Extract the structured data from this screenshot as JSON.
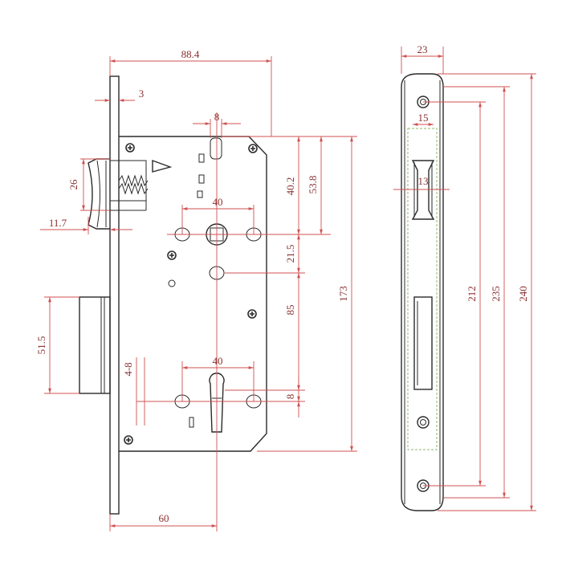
{
  "dimensions": {
    "faceplate_width": "88.4",
    "faceplate_thickness": "3",
    "follower_width": "8",
    "latch_height": "26",
    "latch_projection": "11.7",
    "follower_vertical": "40.2",
    "case_depth_top": "53.8",
    "follower_hole_spacing": "40",
    "follower_offset": "21.5",
    "center_distance": "85",
    "total_height_case": "173",
    "deadbolt_height": "51.5",
    "cylinder_range": "4-8",
    "cylinder_hole_spacing": "40",
    "cylinder_offset": "8",
    "backset": "60",
    "strike_width": "23",
    "strike_latch_width": "15",
    "strike_latch_slot": "13",
    "strike_screw_span": "212",
    "strike_inner_height": "235",
    "strike_total_height": "240"
  },
  "colors": {
    "part_outline": "#2a2a2a",
    "dimension_line": "#d05050",
    "dimension_text": "#8a3030",
    "guide_line": "#8fb86a"
  }
}
